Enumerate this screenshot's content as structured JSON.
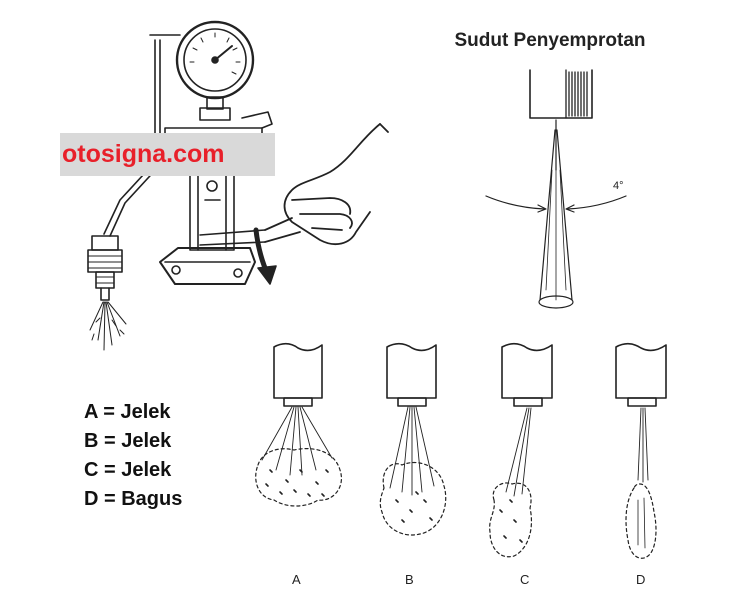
{
  "title": "Sudut Penyemprotan",
  "watermark": "otosigna.com",
  "angle_label": "4°",
  "legend": [
    "A = Jelek",
    "B = Jelek",
    "C = Jelek",
    "D = Bagus"
  ],
  "nozzles": [
    {
      "label": "A",
      "spray": "wide"
    },
    {
      "label": "B",
      "spray": "medium"
    },
    {
      "label": "C",
      "spray": "angled"
    },
    {
      "label": "D",
      "spray": "narrow"
    }
  ]
}
